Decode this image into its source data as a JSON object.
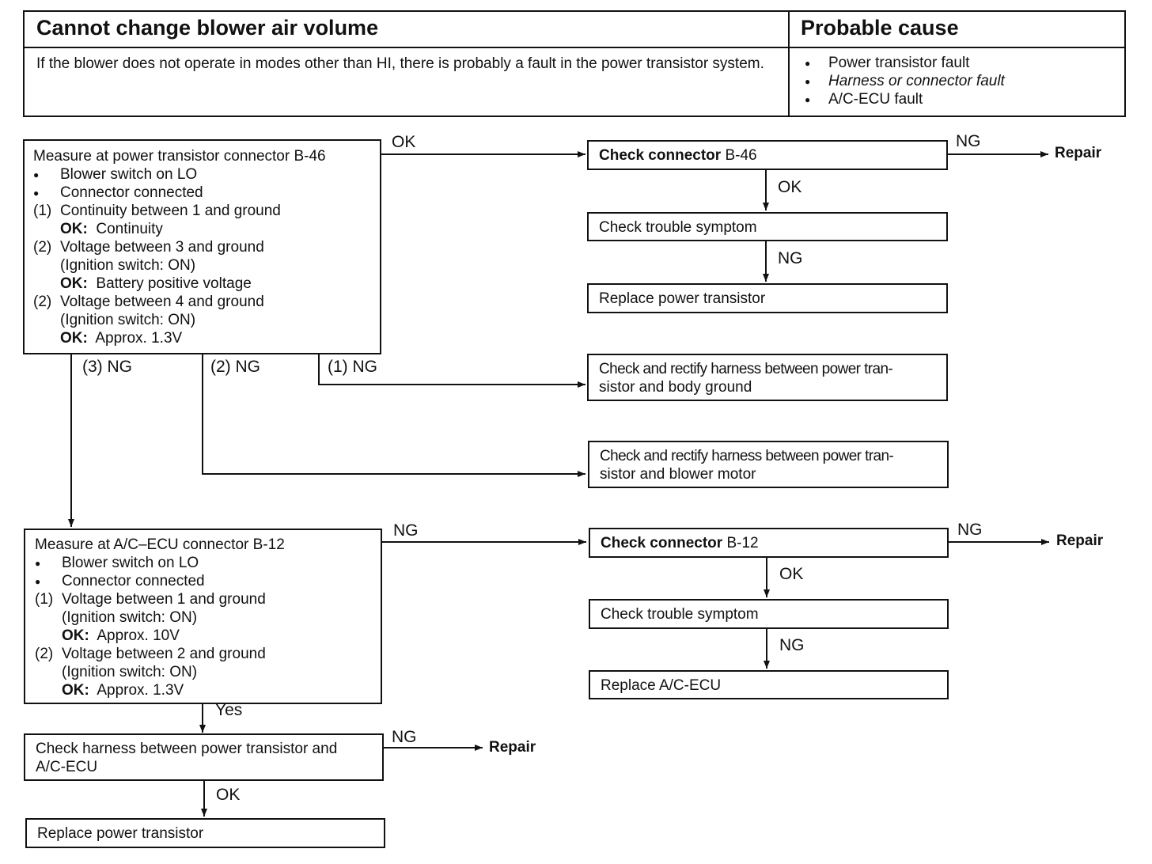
{
  "header": {
    "title": "Cannot change blower air volume",
    "cause_title": "Probable cause",
    "symptom": "If the blower does not operate in modes other than HI, there is probably a fault in the power transistor system.",
    "causes": [
      "Power transistor fault",
      "Harness or connector fault",
      "A/C-ECU fault"
    ]
  },
  "box1": {
    "title": "Measure at power transistor connector B-46",
    "bullets": [
      "Blower switch on LO",
      "Connector connected"
    ],
    "step1": {
      "num": "(1)",
      "text": "Continuity between 1 and ground",
      "ok_label": "OK:",
      "ok_value": "Continuity"
    },
    "step2": {
      "num": "(2)",
      "text": "Voltage between 3 and ground",
      "cond": "(Ignition switch: ON)",
      "ok_label": "OK:",
      "ok_value": "Battery positive voltage"
    },
    "step3": {
      "num": "(2)",
      "text": "Voltage between 4 and ground",
      "cond": "(Ignition switch: ON)",
      "ok_label": "OK:",
      "ok_value": "Approx. 1.3V"
    }
  },
  "box2": {
    "title": "Measure at A/C–ECU connector B-12",
    "bullets": [
      "Blower switch on LO",
      "Connector connected"
    ],
    "step1": {
      "num": "(1)",
      "text": "Voltage between 1 and ground",
      "cond": "(Ignition switch: ON)",
      "ok_label": "OK:",
      "ok_value": "Approx. 10V"
    },
    "step2": {
      "num": "(2)",
      "text": "Voltage between 2 and ground",
      "cond": "(Ignition switch: ON)",
      "ok_label": "OK:",
      "ok_value": "Approx. 1.3V"
    }
  },
  "right1": {
    "check_bold": "Check connector",
    "check_code": "B-46",
    "trouble": "Check trouble symptom",
    "replace": "Replace power transistor"
  },
  "harness_body": [
    "Check and rectify harness between power tran-",
    "sistor and body ground"
  ],
  "harness_motor": [
    "Check and rectify harness between power tran-",
    "sistor and blower motor"
  ],
  "right2": {
    "check_bold": "Check connector",
    "check_code": "B-12",
    "trouble": "Check trouble symptom",
    "replace": "Replace A/C-ECU"
  },
  "bottom": {
    "harness": [
      "Check harness between power transistor and",
      "A/C-ECU"
    ],
    "replace": "Replace power transistor"
  },
  "labels": {
    "ok": "OK",
    "ng": "NG",
    "yes": "Yes",
    "ng1": "(1) NG",
    "ng2": "(2) NG",
    "ng3": "(3) NG",
    "repair": "Repair"
  }
}
